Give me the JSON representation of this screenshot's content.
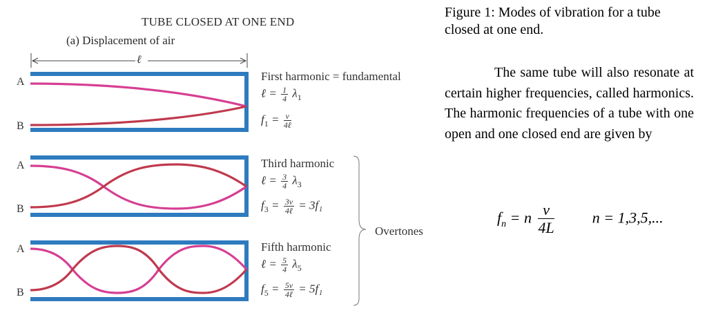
{
  "figure": {
    "title": "TUBE CLOSED AT ONE END",
    "subtitle": "(a)  Displacement of air",
    "length_symbol": "ℓ",
    "end_label_a": "A",
    "end_label_b": "B",
    "modes": [
      {
        "name": "First harmonic = fundamental",
        "eq1_lhs": "ℓ =",
        "eq1_num": "1",
        "eq1_den": "4",
        "eq1_rhs": "λ",
        "eq1_sub": "1",
        "eq2_lhs": "f",
        "eq2_sub": "1",
        "eq2_eq": "=",
        "eq2_num": "v",
        "eq2_den": "4ℓ",
        "eq2_rhs": ""
      },
      {
        "name": "Third harmonic",
        "eq1_lhs": "ℓ =",
        "eq1_num": "3",
        "eq1_den": "4",
        "eq1_rhs": "λ",
        "eq1_sub": "3",
        "eq2_lhs": "f",
        "eq2_sub": "3",
        "eq2_eq": "=",
        "eq2_num": "3v",
        "eq2_den": "4ℓ",
        "eq2_rhs": "= 3f₁"
      },
      {
        "name": "Fifth harmonic",
        "eq1_lhs": "ℓ =",
        "eq1_num": "5",
        "eq1_den": "4",
        "eq1_rhs": "λ",
        "eq1_sub": "5",
        "eq2_lhs": "f",
        "eq2_sub": "5",
        "eq2_eq": "=",
        "eq2_num": "5v",
        "eq2_den": "4ℓ",
        "eq2_rhs": "= 5f₁"
      }
    ],
    "overtones_label": "Overtones",
    "colors": {
      "tube": "#2e7bbf",
      "wave_a": "#d63f93",
      "wave_b": "#c0394d"
    }
  },
  "caption": "Figure 1: Modes of vibration for a tube closed at one end.",
  "paragraph": "The same tube will also resonate at certain higher frequencies, called harmonics. The harmonic frequencies of a tube with one open and one closed end are given by",
  "formula": {
    "lhs": "f",
    "lhs_sub": "n",
    "eq": "= n",
    "num": "v",
    "den": "4L",
    "condition": "n = 1,3,5,..."
  }
}
